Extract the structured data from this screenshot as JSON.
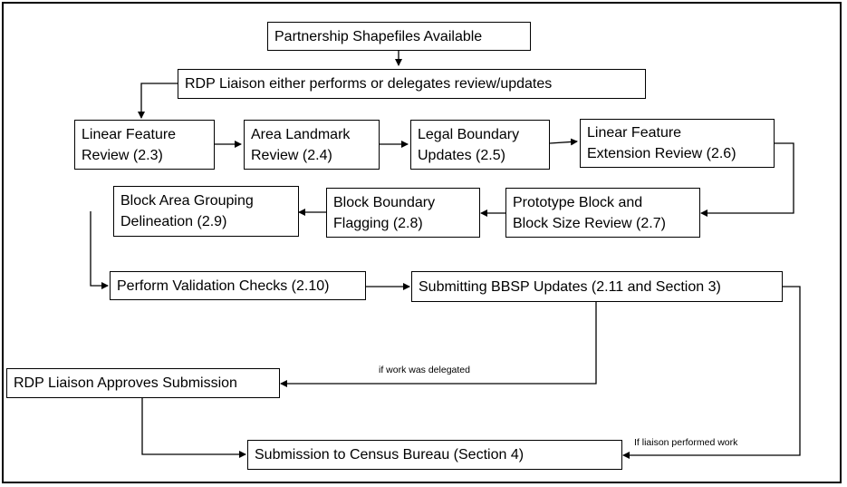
{
  "diagram": {
    "nodes": {
      "shapefiles": "Partnership Shapefiles Available",
      "liaison_review": "RDP Liaison either performs or delegates review/updates",
      "linear_feature_review": [
        "Linear Feature",
        "Review (2.3)"
      ],
      "area_landmark_review": [
        "Area Landmark",
        "Review (2.4)"
      ],
      "legal_boundary_updates": [
        "Legal Boundary",
        "Updates (2.5)"
      ],
      "linear_feature_extension": [
        "Linear Feature",
        "Extension Review (2.6)"
      ],
      "prototype_block": [
        "Prototype Block and",
        "Block Size Review (2.7)"
      ],
      "block_boundary_flagging": [
        "Block Boundary",
        "Flagging (2.8)"
      ],
      "block_area_grouping": [
        "Block Area Grouping",
        "Delineation (2.9)"
      ],
      "validation_checks": "Perform Validation Checks (2.10)",
      "submitting_bbsp": "Submitting BBSP Updates (2.11 and Section 3)",
      "liaison_approves": "RDP Liaison Approves Submission",
      "submission_census": "Submission to Census Bureau (Section 4)"
    },
    "edge_labels": {
      "if_delegated": "if work was delegated",
      "if_liaison_performed": "If liaison performed work"
    }
  }
}
